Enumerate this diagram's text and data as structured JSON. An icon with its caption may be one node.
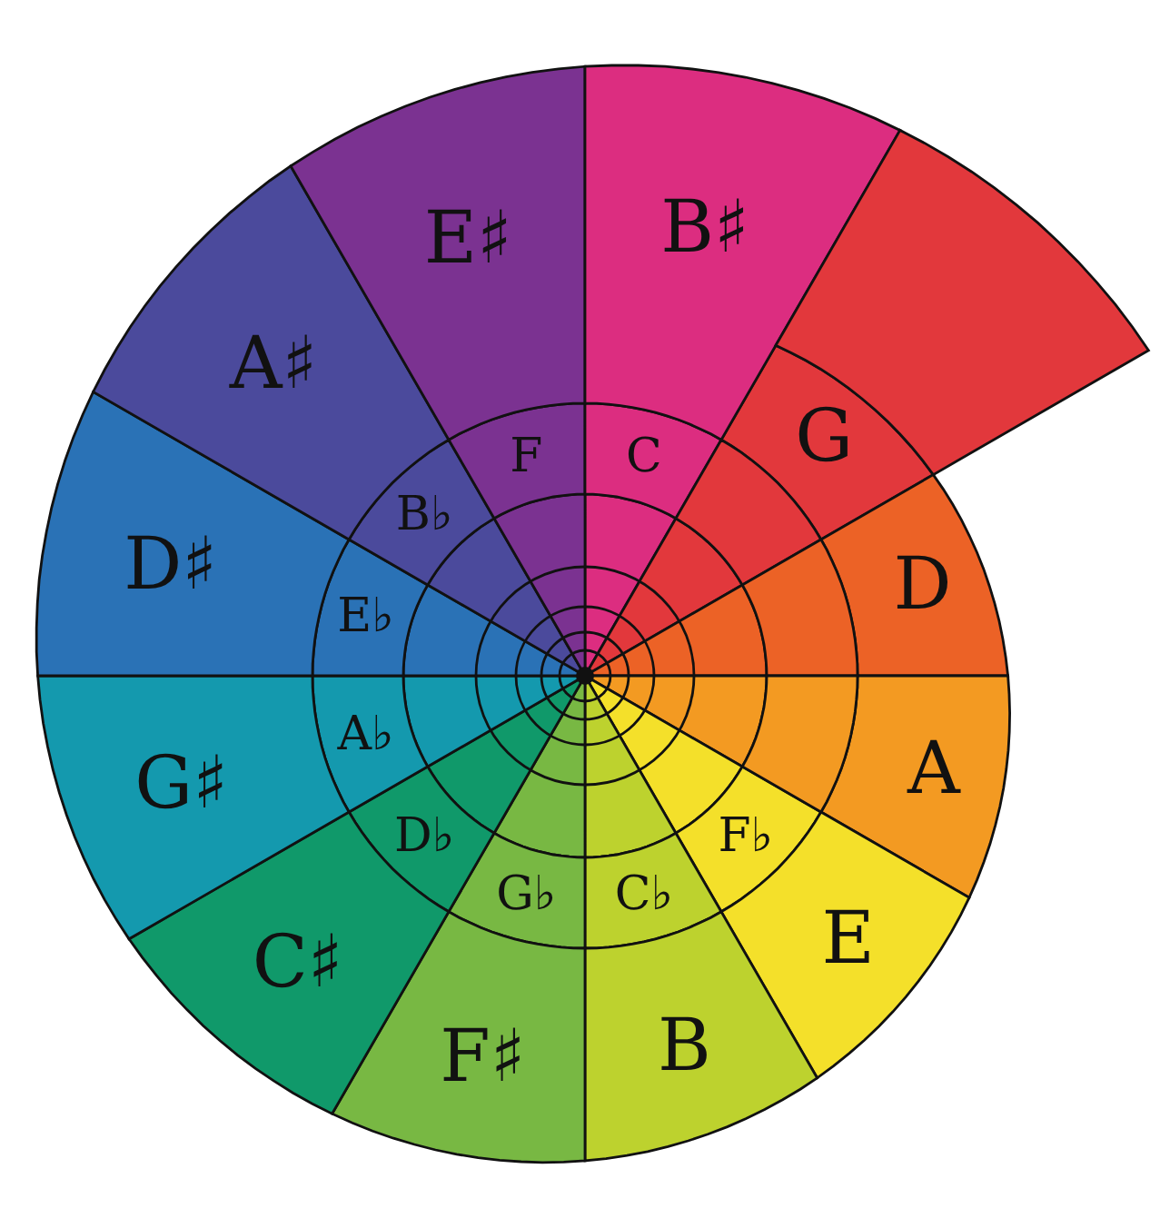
{
  "diagram": {
    "nodes": [
      {
        "text": [
          "F♭"
        ]
      },
      {
        "text": [
          "C♭"
        ]
      },
      {
        "text": [
          "G♭"
        ]
      },
      {
        "text": [
          "D♭"
        ]
      },
      {
        "text": [
          "A♭"
        ]
      },
      {
        "text": [
          "E♭"
        ]
      },
      {
        "text": [
          "B♭"
        ]
      },
      {
        "text": [
          "F"
        ]
      },
      {
        "text": [
          "C"
        ]
      },
      {
        "text": [
          "G"
        ]
      },
      {
        "text": [
          "D"
        ]
      },
      {
        "text": [
          "A"
        ]
      },
      {
        "text": [
          "E"
        ]
      },
      {
        "text": [
          "B"
        ]
      },
      {
        "text": [
          "F♯"
        ]
      },
      {
        "text": [
          "C♯"
        ]
      },
      {
        "text": [
          "G♯"
        ]
      },
      {
        "text": [
          "D♯"
        ]
      },
      {
        "text": [
          "A♯"
        ]
      },
      {
        "text": [
          "E♯"
        ]
      },
      {
        "text": [
          "B♯"
        ]
      },
      {
        "text": [],
        "shape": "wedge"
      },
      {
        "text": [],
        "shape": "wedge"
      },
      {
        "text": [],
        "shape": "wedge"
      },
      {
        "text": [],
        "shape": "wedge"
      }
    ]
  }
}
